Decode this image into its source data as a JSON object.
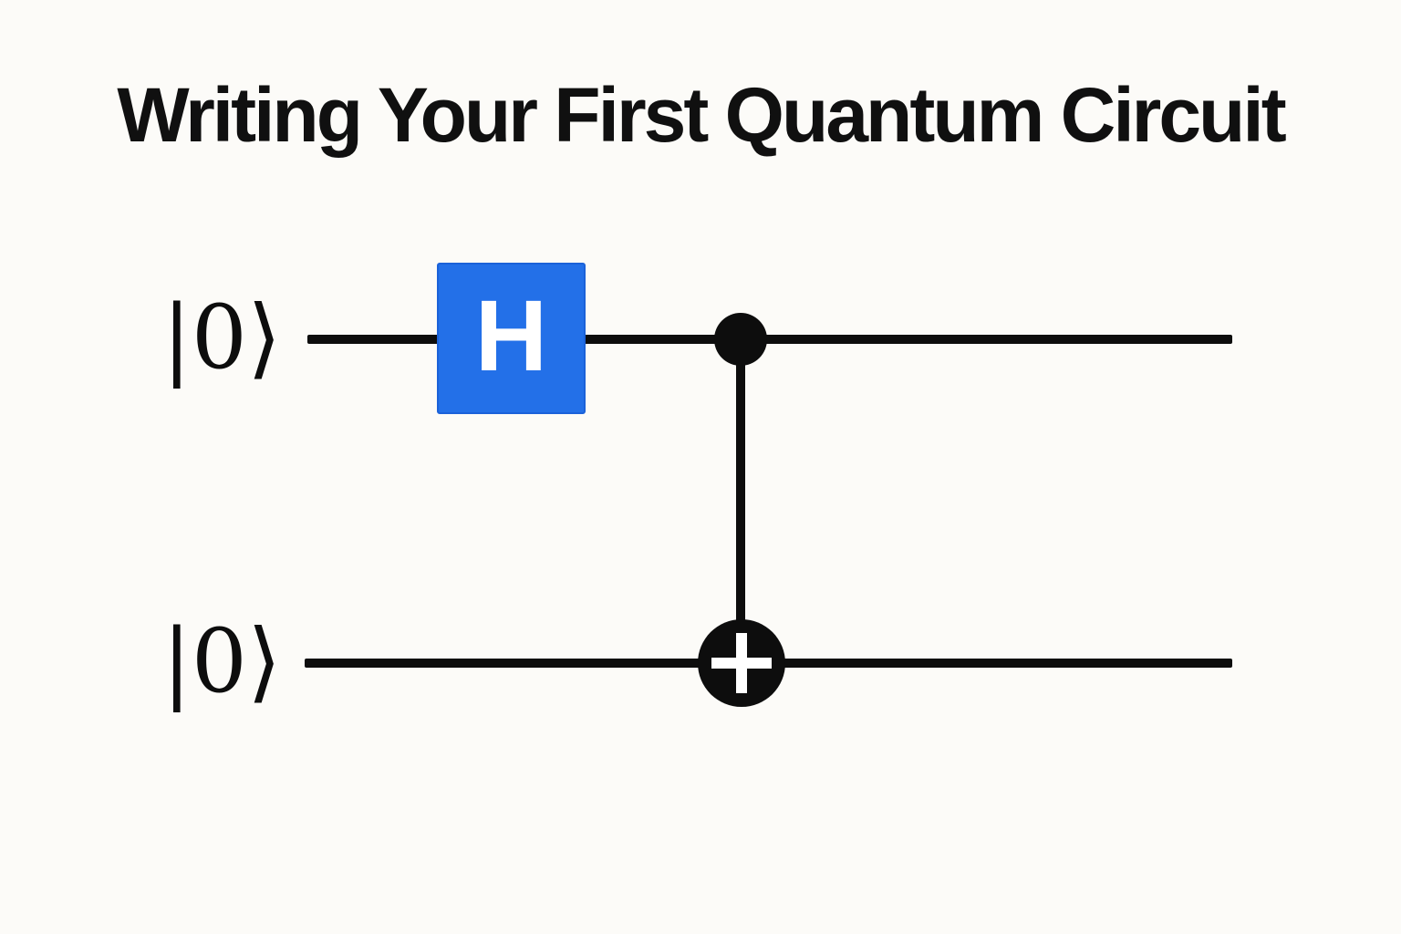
{
  "page": {
    "title": "Writing Your First Quantum Circuit",
    "background_color": "#fcfbf8",
    "ink_color": "#0d0d0d",
    "accent_blue": "#2370e8"
  },
  "circuit": {
    "qubits": [
      {
        "label": "|0⟩"
      },
      {
        "label": "|0⟩"
      }
    ],
    "gates": [
      {
        "type": "hadamard",
        "symbol": "H",
        "qubit": 0,
        "color": "#2370e8"
      },
      {
        "type": "cnot",
        "control_qubit": 0,
        "target_qubit": 1,
        "color": "#0d0d0d"
      }
    ]
  }
}
